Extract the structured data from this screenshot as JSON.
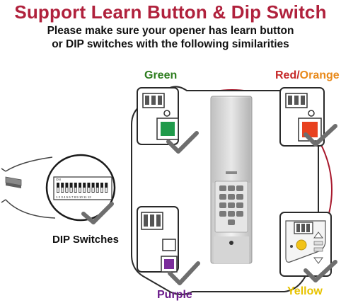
{
  "header": {
    "title": "Support Learn Button & Dip Switch",
    "subtitle_line1": "Please make sure your opener has learn button",
    "subtitle_line2": "or DIP switches with the following similarities"
  },
  "labels": {
    "green": "Green",
    "red": "Red/",
    "orange": "Orange",
    "purple": "Purple",
    "yellow": "Yellow",
    "dip_switches": "DIP Switches"
  },
  "dip_numbers": "1 2 3 4 5 6 7 8 9 10 11 12",
  "dip_on": "ON",
  "colors": {
    "title": "#b0213c",
    "green_label": "#2e7d1f",
    "red_label": "#c62828",
    "orange_label": "#e8891a",
    "purple_label": "#6a1b8a",
    "yellow_label": "#e7c300",
    "circle": "#a8182c",
    "green_button": "#1f9a4a",
    "red_button": "#e8411f",
    "purple_button": "#7b2d9b",
    "yellow_button": "#f2c318"
  }
}
